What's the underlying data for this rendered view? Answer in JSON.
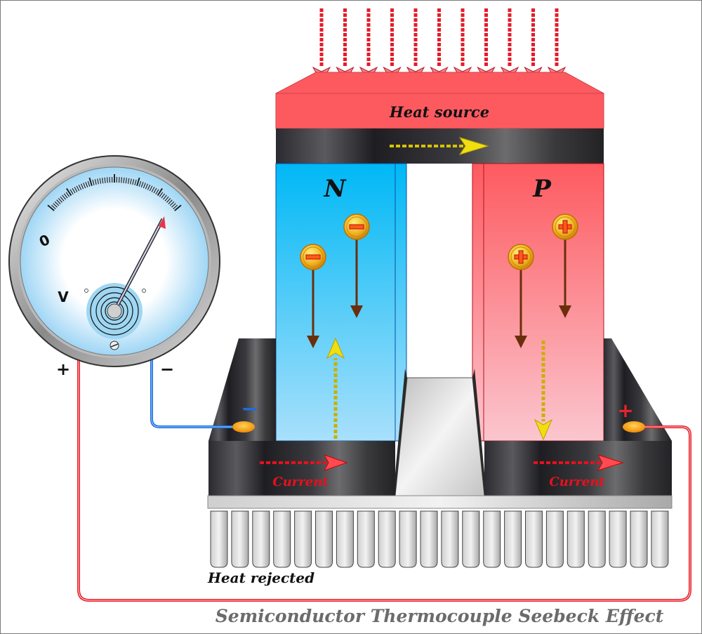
{
  "title": "Semiconductor Thermocouple Seebeck Effect",
  "labels": {
    "heat_source": "Heat source",
    "heat_rejected": "Heat rejected",
    "n_type": "N",
    "p_type": "P",
    "current_left": "Current",
    "current_right": "Current"
  },
  "voltmeter": {
    "zero_label": "0",
    "unit_label": "V",
    "plus_terminal": "+",
    "minus_terminal": "−"
  },
  "terminals": {
    "negative_sign": "−",
    "positive_sign": "+"
  },
  "carriers": {
    "n_type_symbol": "−",
    "p_type_symbol": "+",
    "n_type_count": 2,
    "p_type_count": 2
  },
  "heat_arrows_count": 11,
  "colors": {
    "heat_source": "#fd5a60",
    "n_type": "#00b8f5",
    "p_type": "#fd5a60",
    "wire_positive": "#e8232c",
    "wire_negative": "#1a6fe0",
    "current_text": "#e8101c",
    "carrier_arrow": "#6b2e0c",
    "energy_arrow": "#d8c200",
    "title_text": "#6b6b6b"
  }
}
